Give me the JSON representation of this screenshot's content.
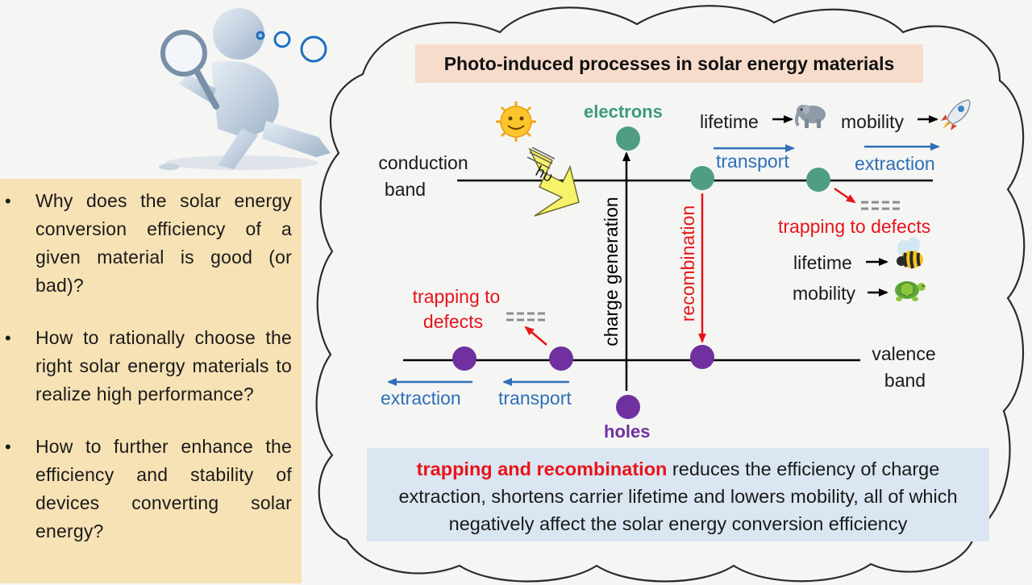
{
  "questions": [
    "Why does the solar energy conversion efficiency of a given material is good (or bad)?",
    "How to rationally choose the right solar energy materials to realize high performance?",
    "How to further enhance the efficiency and stability of devices converting solar energy?"
  ],
  "diagram": {
    "title": "Photo-induced processes in solar energy materials",
    "photon_label": "hυ",
    "conduction_band": [
      "conduction",
      "band"
    ],
    "valence_band": [
      "valence",
      "band"
    ],
    "electrons": "electrons",
    "holes": "holes",
    "charge_generation": "charge generation",
    "recombination": "recombination",
    "transport_top": "transport",
    "extraction_top": "extraction",
    "transport_bottom": "transport",
    "extraction_bottom": "extraction",
    "trapping_top": "trapping to defects",
    "trapping_bottom": [
      "trapping to",
      "defects"
    ],
    "good_material": {
      "lifetime": "lifetime",
      "lifetime_icon": "elephant-icon",
      "mobility": "mobility",
      "mobility_icon": "rocket-icon"
    },
    "trapped_material": {
      "lifetime": "lifetime",
      "lifetime_icon": "bee-icon",
      "mobility": "mobility",
      "mobility_icon": "turtle-icon"
    },
    "summary_highlight": "trapping and recombination",
    "summary_rest": " reduces the efficiency of charge extraction, shortens carrier lifetime and lowers mobility, all of which negatively affect the solar energy conversion efficiency"
  },
  "colors": {
    "electron": "#4f9e82",
    "hole": "#7030a0",
    "arrow_red": "#e8141a",
    "arrow_blue": "#2e6fb8",
    "question_panel": "#f7e2b5",
    "title_box": "#f7dccc",
    "summary_box": "#dae6f1"
  }
}
